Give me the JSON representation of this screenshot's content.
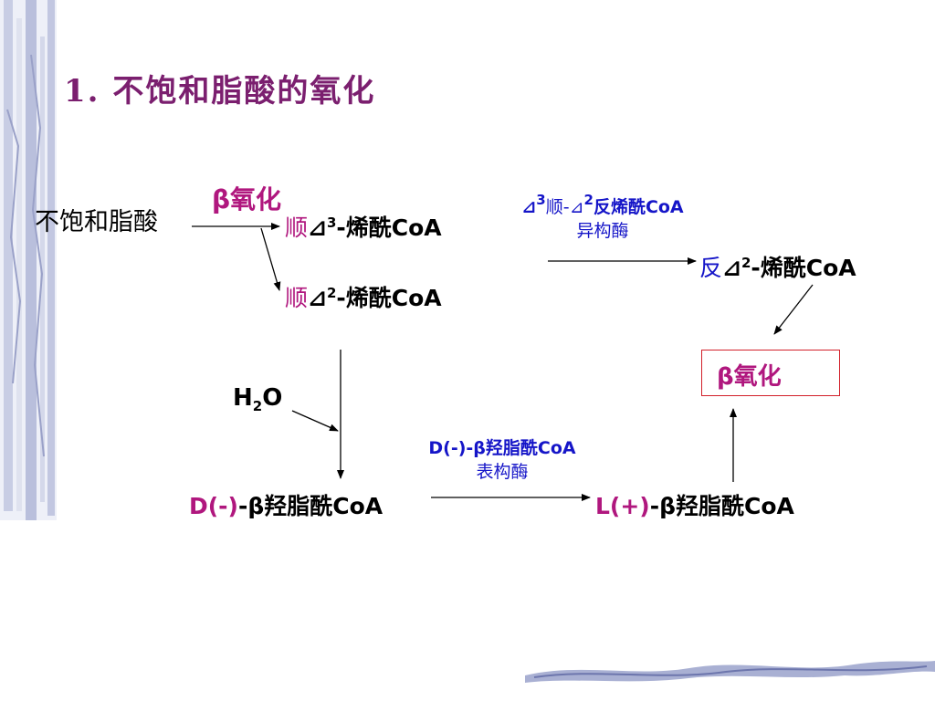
{
  "slide": {
    "title": "1.   不饱和脂酸的氧化"
  },
  "diagram": {
    "start": "不饱和脂酸",
    "beta_oxidation_top": "β氧化",
    "cis_prefix": "顺",
    "delta_symbol": "⊿",
    "delta3_sup": "3",
    "delta2_sup": "2",
    "enoyl_coa": "-烯酰CoA",
    "isomerase_line1_a": "⊿",
    "isomerase_line1_sup_a": "3",
    "isomerase_line1_b": "顺-⊿",
    "isomerase_line1_sup_b": "2",
    "isomerase_line1_c": "反烯酰CoA",
    "isomerase_line2": "异构酶",
    "trans_prefix": "反",
    "beta_oxidation_box": "β氧化",
    "water_h": "H",
    "water_sub": "2",
    "water_o": "O",
    "d_prefix": "D(-)",
    "l_prefix": "L(+)",
    "hydroxy_suffix": "-β羟脂酰CoA",
    "epimerase_line1": "D(-)-β羟脂酰CoA",
    "epimerase_line2": "表构酶"
  }
}
